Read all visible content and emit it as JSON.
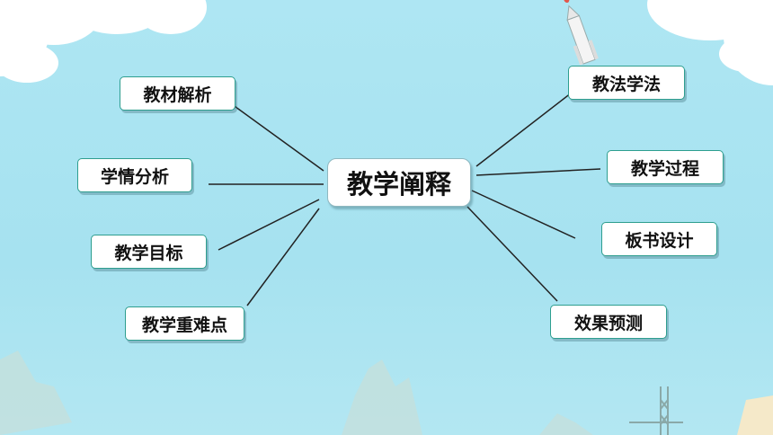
{
  "center": "教学阐释",
  "left_nodes": [
    "教材解析",
    "学情分析",
    "教学目标",
    "教学重难点"
  ],
  "right_nodes": [
    "教法学法",
    "教学过程",
    "板书设计",
    "效果预测"
  ],
  "colors": {
    "sky": "#aee6f3",
    "node_border": "#2e9e8f",
    "line": "#222222"
  },
  "icons": [
    "cloud-icon",
    "rocket-icon",
    "launch-tower-icon",
    "mountain-icon"
  ]
}
